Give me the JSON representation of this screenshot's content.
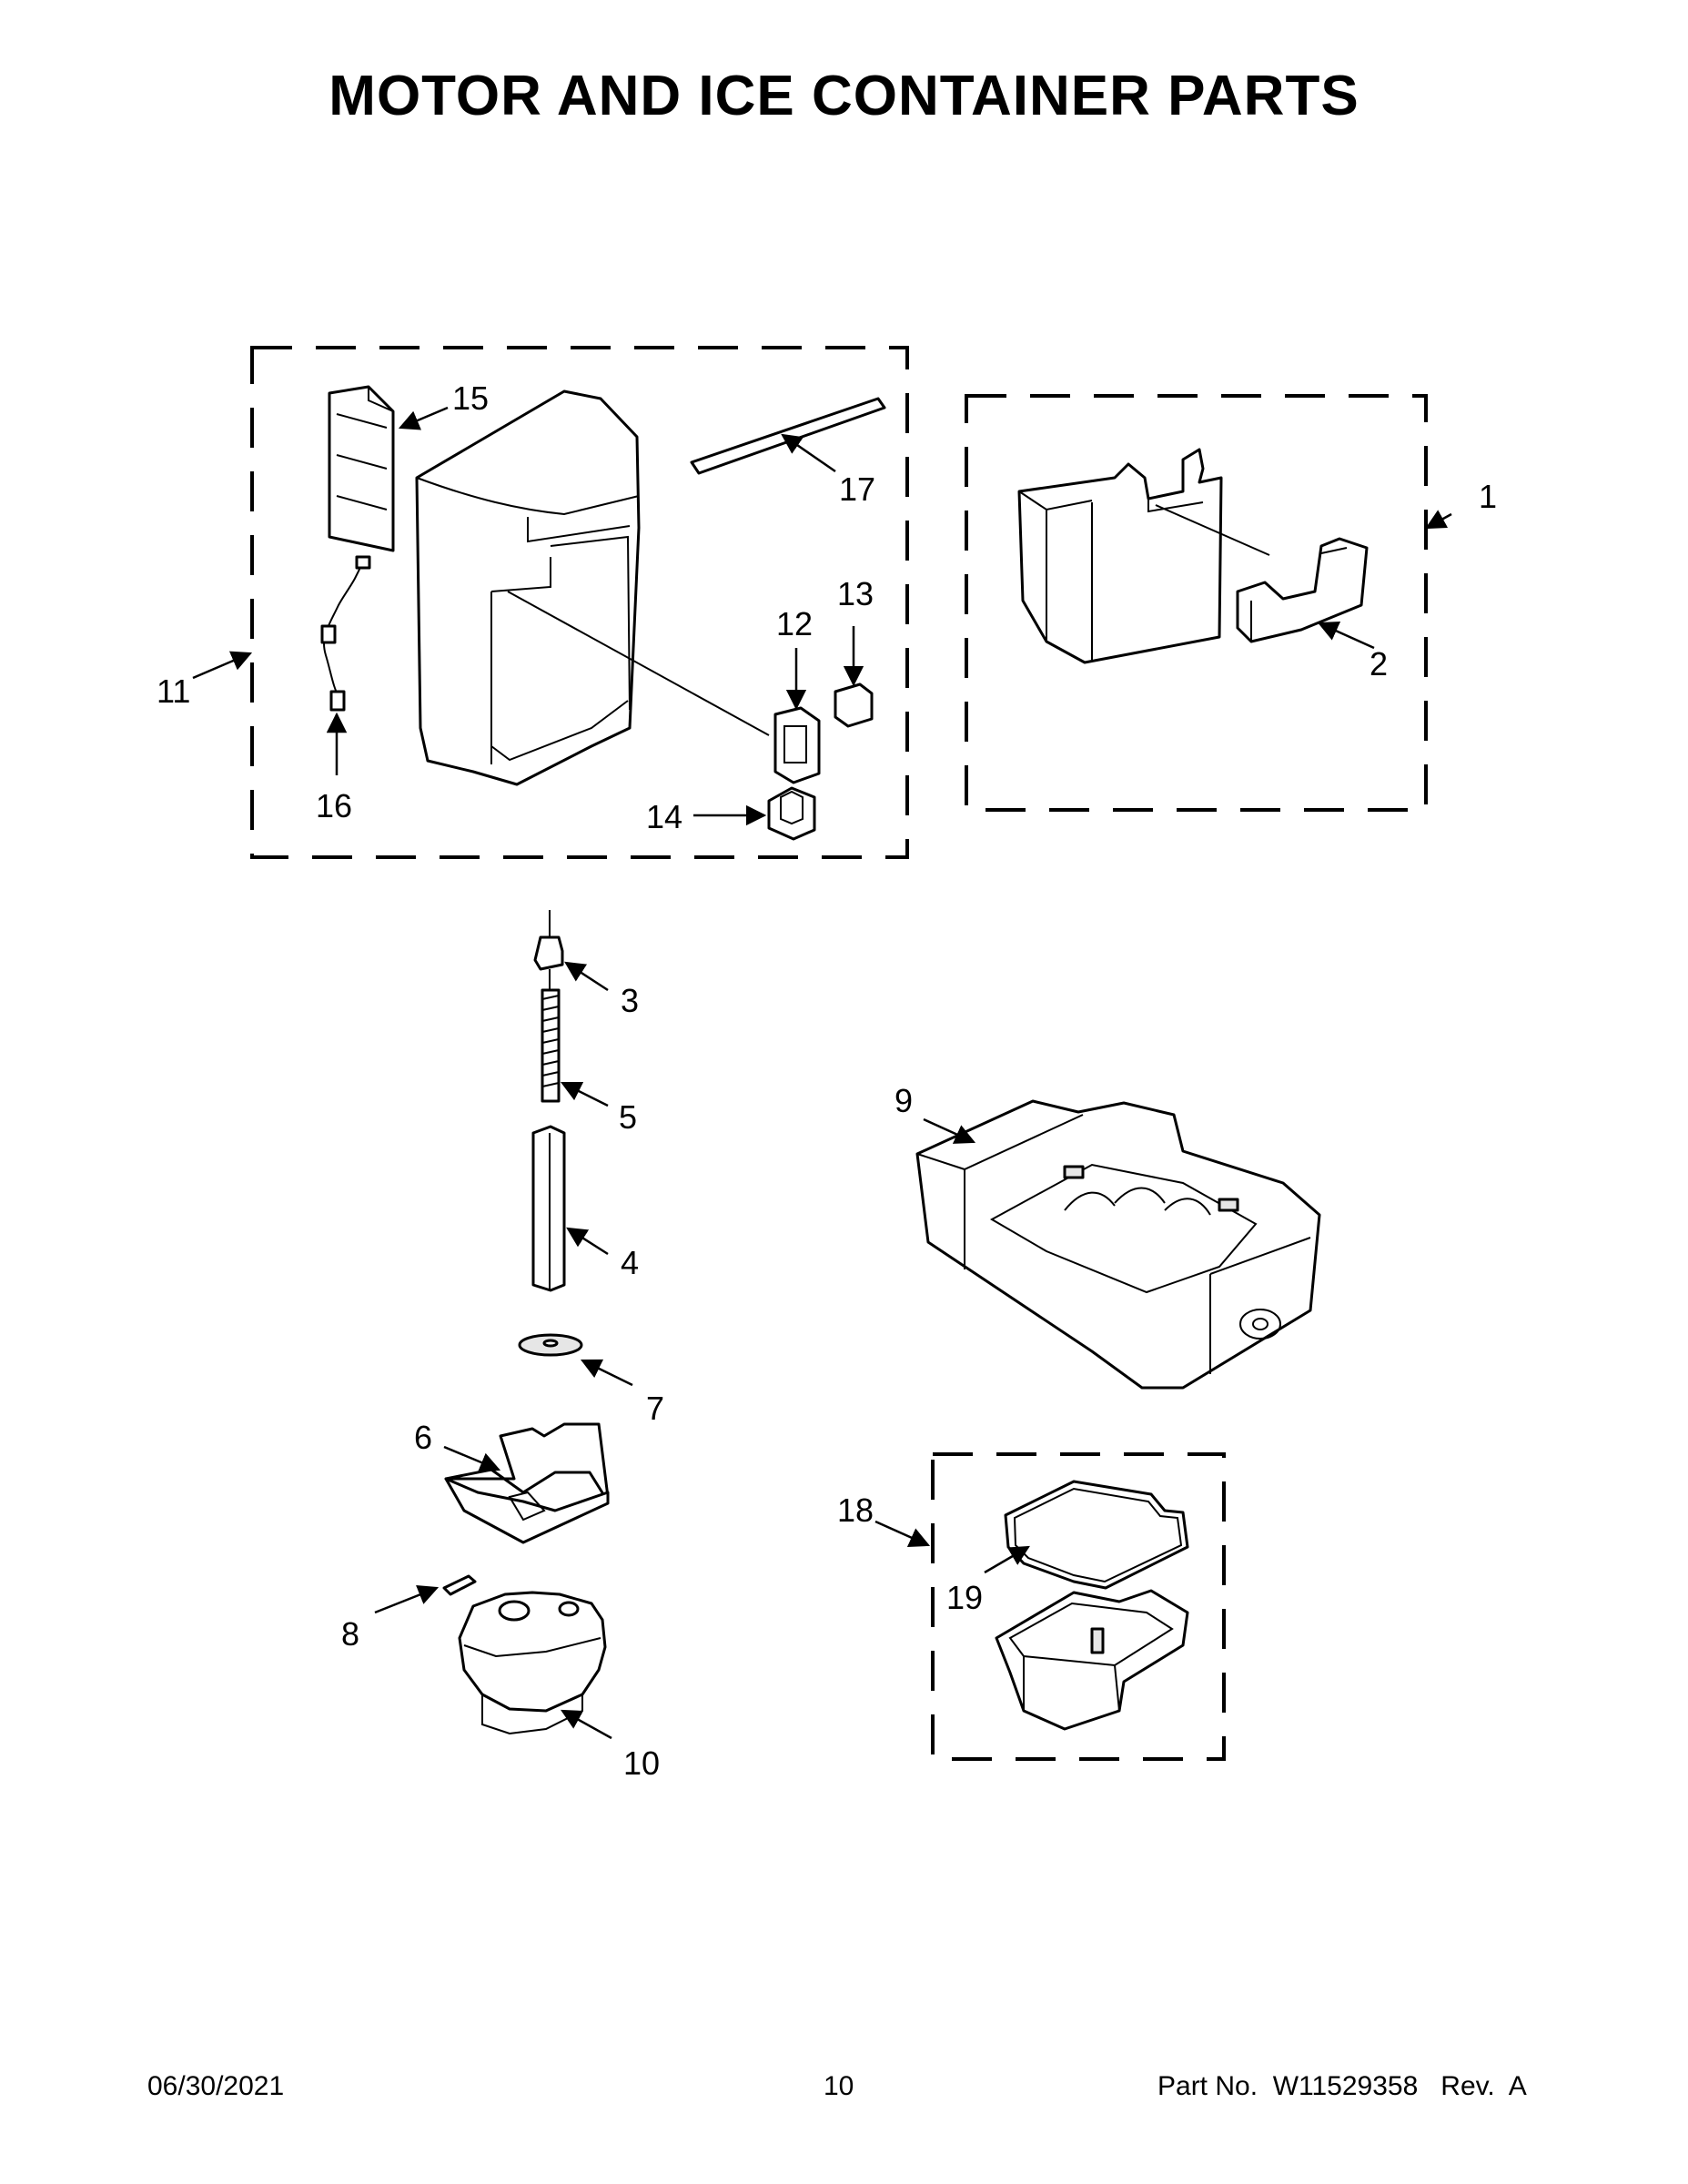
{
  "page": {
    "title": "MOTOR AND ICE CONTAINER PARTS",
    "date": "06/30/2021",
    "page_number": "10",
    "part_number": "Part No.  W11529358   Rev.  A"
  },
  "callouts": {
    "c1": "1",
    "c2": "2",
    "c3": "3",
    "c4": "4",
    "c5": "5",
    "c6": "6",
    "c7": "7",
    "c8": "8",
    "c9": "9",
    "c10": "10",
    "c11": "11",
    "c12": "12",
    "c13": "13",
    "c14": "14",
    "c15": "15",
    "c16": "16",
    "c17": "17",
    "c18": "18",
    "c19": "19"
  }
}
